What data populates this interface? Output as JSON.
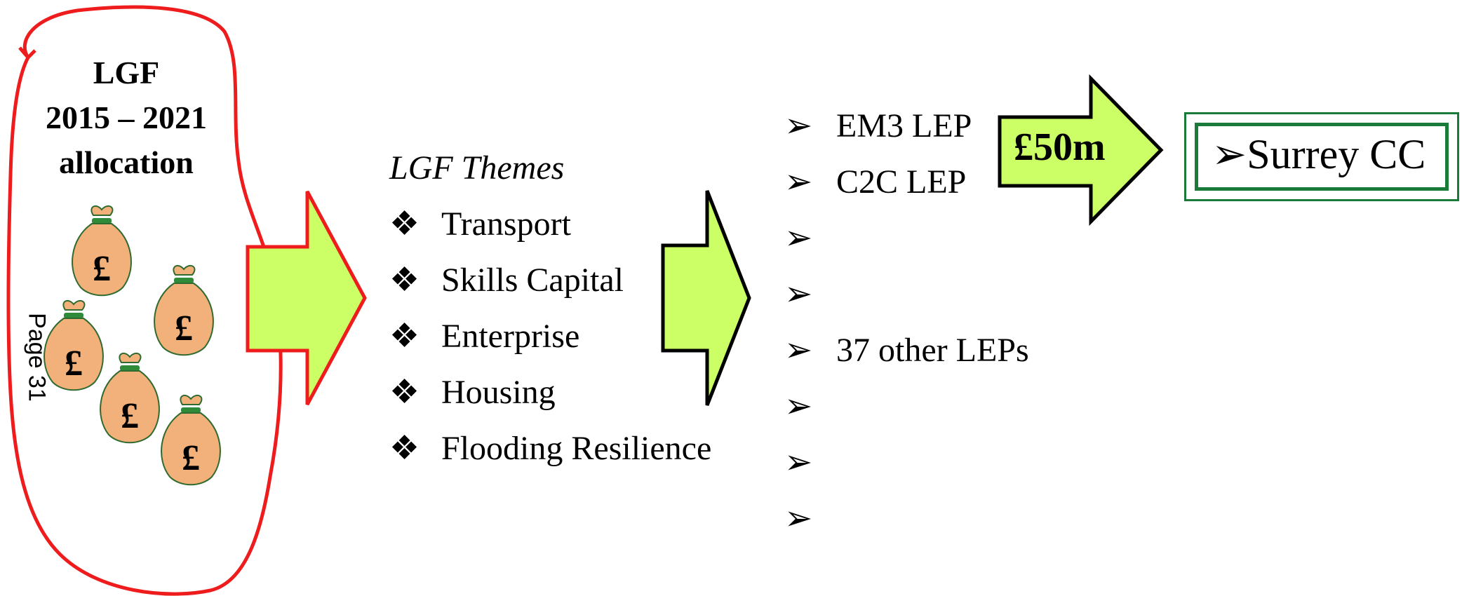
{
  "allocation": {
    "title_lines": [
      "LGF",
      "2015 – 2021",
      "allocation"
    ],
    "page_label": "Page 31",
    "money_bag_symbol": "£"
  },
  "themes": {
    "heading": "LGF Themes",
    "bullet": "❖",
    "items": [
      "Transport",
      "Skills Capital",
      "Enterprise",
      "Housing",
      "Flooding Resilience"
    ]
  },
  "leps": {
    "bullet": "➢",
    "items": [
      "EM3 LEP",
      "C2C LEP",
      "",
      "",
      "37 other LEPs",
      "",
      "",
      ""
    ]
  },
  "funding": {
    "amount": "£50m"
  },
  "recipient": {
    "bullet": "➢",
    "name": "Surrey CC"
  },
  "colors": {
    "outline_red": "#ee1c1c",
    "arrow_fill": "#ccff66",
    "bag_fill": "#f2b07a",
    "bag_tie": "#2f8a3a",
    "box_green": "#1a7a3a"
  }
}
